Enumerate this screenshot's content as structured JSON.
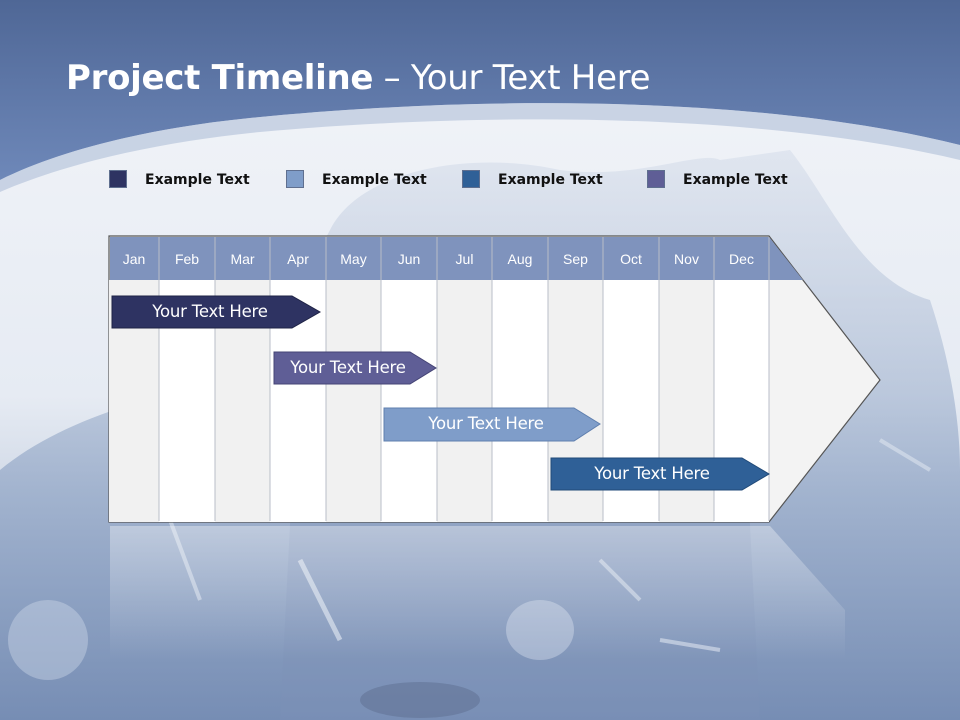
{
  "slide": {
    "title_bold": "Project Timeline",
    "title_separator": " – ",
    "title_rest": "Your Text Here"
  },
  "legend": [
    {
      "label": "Example Text",
      "color": "#2e3362"
    },
    {
      "label": "Example Text",
      "color": "#7f9dc9"
    },
    {
      "label": "Example Text",
      "color": "#2f6097"
    },
    {
      "label": "Example Text",
      "color": "#5f5e96"
    }
  ],
  "timeline": {
    "months": [
      "Jan",
      "Feb",
      "Mar",
      "Apr",
      "May",
      "Jun",
      "Jul",
      "Aug",
      "Sep",
      "Oct",
      "Nov",
      "Dec"
    ],
    "header_color": "#7f93bd",
    "tasks": [
      {
        "label": "Your  Text Here",
        "color": "#2e3362"
      },
      {
        "label": "Your  Text Here",
        "color": "#5f5e96"
      },
      {
        "label": "Your  Text Here",
        "color": "#7f9dc9"
      },
      {
        "label": "Your  Text Here",
        "color": "#2f6097"
      }
    ]
  }
}
